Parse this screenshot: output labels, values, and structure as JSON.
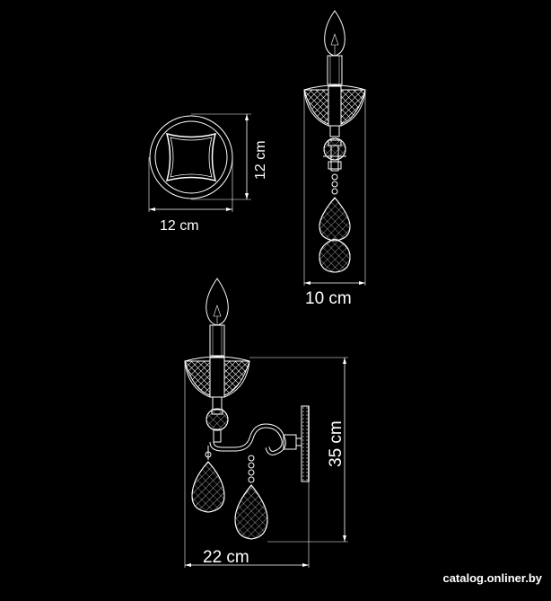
{
  "dimensions": {
    "top_view_width": "12 cm",
    "top_view_height": "12 cm",
    "front_view_width": "10 cm",
    "side_view_height": "35 cm",
    "side_view_width": "22 cm"
  },
  "watermark": "catalog.onliner.by",
  "colors": {
    "background": "#000000",
    "line": "#ffffff"
  }
}
